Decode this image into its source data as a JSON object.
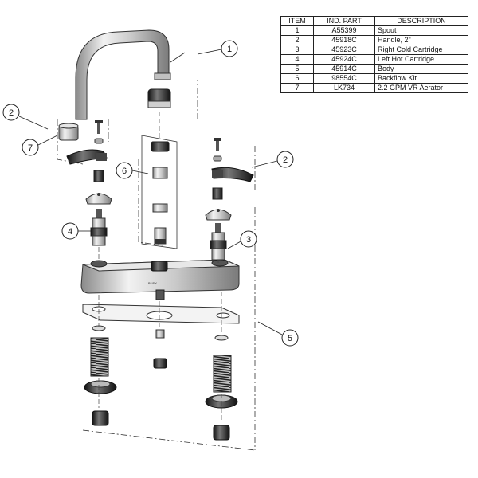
{
  "table": {
    "headers": {
      "item": "ITEM",
      "part": "IND. PART",
      "description": "DESCRIPTION"
    },
    "rows": [
      {
        "item": "1",
        "part": "A55399",
        "description": "Spout"
      },
      {
        "item": "2",
        "part": "45918C",
        "description": "Handle, 2\""
      },
      {
        "item": "3",
        "part": "45923C",
        "description": "Right Cold Cartridge"
      },
      {
        "item": "4",
        "part": "45924C",
        "description": "Left Hot Cartridge"
      },
      {
        "item": "5",
        "part": "45914C",
        "description": "Body"
      },
      {
        "item": "6",
        "part": "98554C",
        "description": "Backflow Kit"
      },
      {
        "item": "7",
        "part": "LK734",
        "description": "2.2 GPM VR Aerator"
      }
    ]
  },
  "callouts": {
    "spout": "1",
    "handle_left": "2",
    "handle_right": "2",
    "cold_cartridge": "3",
    "hot_cartridge": "4",
    "body": "5",
    "backflow_kit": "6",
    "aerator": "7"
  },
  "body_brand": "BUSY"
}
